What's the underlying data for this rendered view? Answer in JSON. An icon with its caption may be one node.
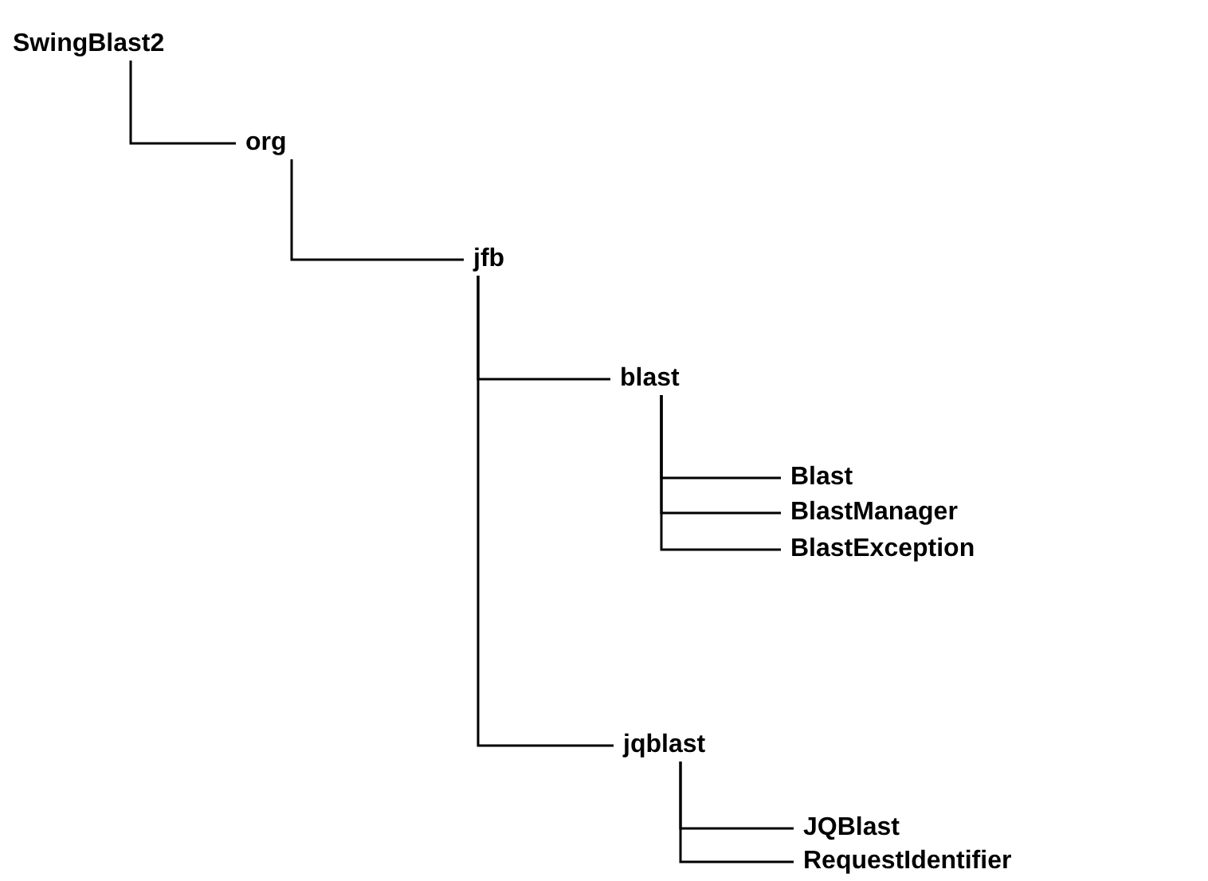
{
  "diagram": {
    "nodes": [
      {
        "text": [
          "SwingBlast2"
        ]
      },
      {
        "text": [
          "org"
        ]
      },
      {
        "text": [
          "jfb"
        ]
      },
      {
        "text": [
          "blast"
        ]
      },
      {
        "text": [
          "jqblast"
        ]
      },
      {
        "text": [
          "Blast"
        ]
      },
      {
        "text": [
          "BlastManager"
        ]
      },
      {
        "text": [
          "BlastException"
        ]
      },
      {
        "text": [
          "JQBlast"
        ]
      },
      {
        "text": [
          "RequestIdentifier"
        ]
      }
    ],
    "edges": [
      {
        "from": 0,
        "to": 1,
        "arrow": "none"
      },
      {
        "from": 1,
        "to": 2,
        "arrow": "none"
      },
      {
        "from": 2,
        "to": 3,
        "arrow": "none"
      },
      {
        "from": 2,
        "to": 4,
        "arrow": "none"
      },
      {
        "from": 3,
        "to": 5,
        "arrow": "none"
      },
      {
        "from": 3,
        "to": 6,
        "arrow": "none"
      },
      {
        "from": 3,
        "to": 7,
        "arrow": "none"
      },
      {
        "from": 4,
        "to": 8,
        "arrow": "none"
      },
      {
        "from": 4,
        "to": 9,
        "arrow": "none"
      }
    ]
  }
}
